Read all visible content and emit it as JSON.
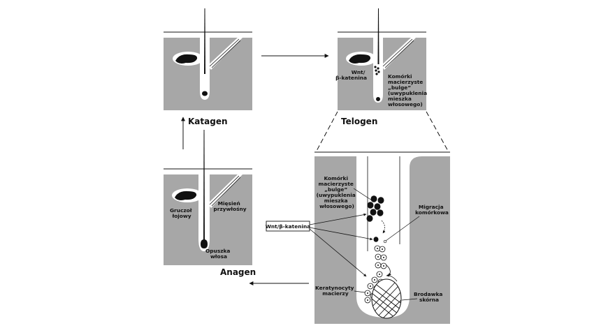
{
  "stages": {
    "katagen": "Katagen",
    "telogen": "Telogen",
    "anagen": "Anagen"
  },
  "labels": {
    "telogen_wnt": [
      "Wnt/",
      "β-katenina"
    ],
    "telogen_stem": [
      "Komórki",
      "macierzyste",
      "„bulge”",
      "(uwypuklenia",
      "mieszka",
      "włosowego)"
    ],
    "anagen_gland": [
      "Gruczoł",
      "łojowy"
    ],
    "anagen_muscle": [
      "Mięsień",
      "przywłośny"
    ],
    "anagen_bulb": [
      "Opuszka",
      "włosa"
    ],
    "detail_stem": [
      "Komórki",
      "macierzyste",
      "„bulge”",
      "(uwypuklenia",
      "mieszka",
      "włosowego)"
    ],
    "detail_wnt_box": "Wnt/β-katenina",
    "detail_migration": [
      "Migracja",
      "komórkowa"
    ],
    "detail_keratinocytes": [
      "Keratynocyty",
      "macierzy"
    ],
    "detail_papilla": [
      "Brodawka",
      "skórna"
    ]
  },
  "colors": {
    "skin": "#a7a7a7",
    "ink": "#111111",
    "paper": "#ffffff"
  }
}
